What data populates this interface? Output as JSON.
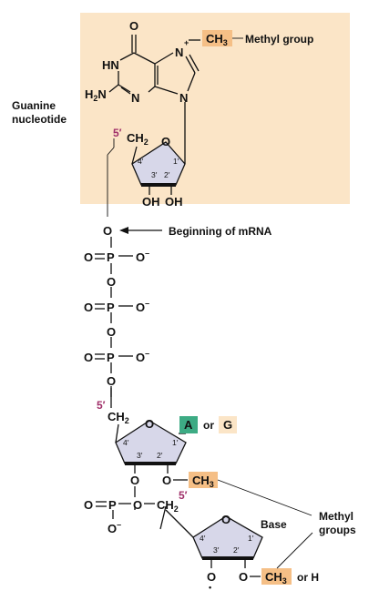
{
  "colors": {
    "cap_background": "#fbe5c7",
    "methyl_box": "#f5bf86",
    "a_box": "#3dab84",
    "g_box": "#fbe5c7",
    "sugar_fill": "#d7d7e9",
    "prime_color": "#a0306a"
  },
  "labels": {
    "guanine_line1": "Guanine",
    "guanine_line2": "nucleotide",
    "methyl_group": "Methyl group",
    "beginning_mrna": "Beginning of mRNA",
    "methyl_groups_line1": "Methyl",
    "methyl_groups_line2": "groups",
    "base": "Base",
    "or": "or",
    "or_h": "or H",
    "a": "A",
    "g": "G"
  },
  "atoms": {
    "O": "O",
    "N": "N",
    "HN": "HN",
    "H2N": "H",
    "sub2": "2",
    "N_plus": "+",
    "P": "P",
    "O_minus": "O",
    "minus": "–",
    "OH": "OH",
    "CH": "CH",
    "CH3": "CH",
    "sub3": "3",
    "dot": "•"
  },
  "positions": {
    "prime5": "5′",
    "c4": "4′",
    "c3": "3′",
    "c2": "2′",
    "c1": "1′"
  }
}
